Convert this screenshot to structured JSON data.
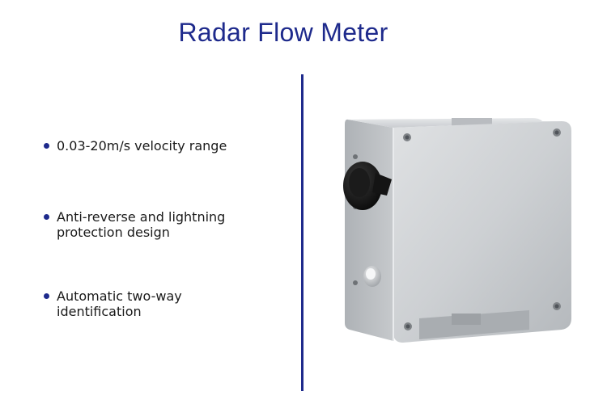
{
  "title": "Radar Flow Meter",
  "features": [
    "0.03-20m/s velocity range",
    "Anti-reverse and lightning protection design",
    "Automatic two-way identification"
  ],
  "colors": {
    "accent": "#1e2a8c",
    "text": "#1a1a1a",
    "background": "#ffffff",
    "device_body": "#c9cccf"
  },
  "icons": {
    "bullet": "bullet-dot-icon",
    "product": "radar-flow-meter-device-icon"
  }
}
